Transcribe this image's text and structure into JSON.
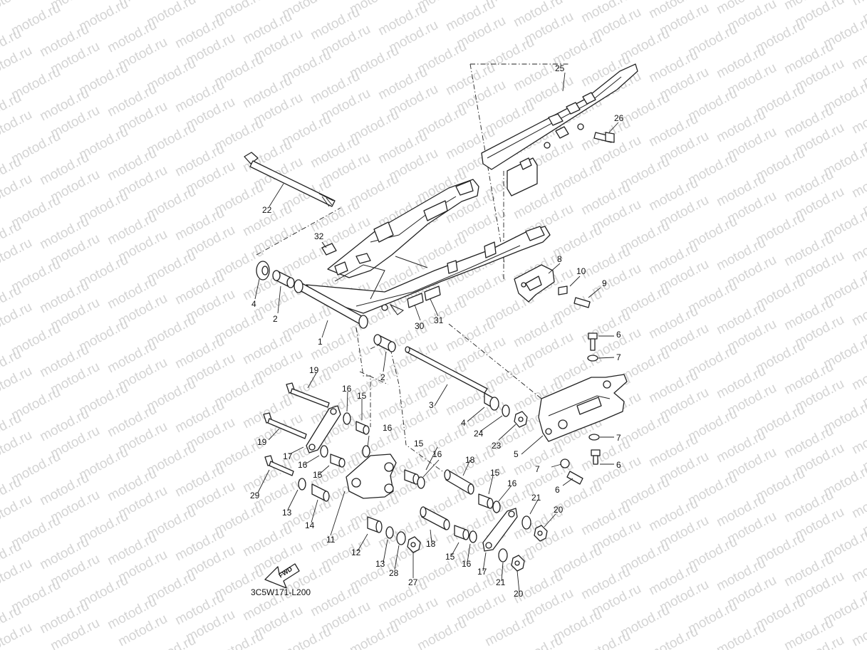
{
  "watermark": {
    "text": "motod.ru"
  },
  "diagram_code": "3C5W171-L200",
  "fwd_label": "FWD",
  "callouts": [
    {
      "id": "25",
      "label": "25"
    },
    {
      "id": "26",
      "label": "26"
    },
    {
      "id": "22",
      "label": "22"
    },
    {
      "id": "32",
      "label": "32"
    },
    {
      "id": "8",
      "label": "8"
    },
    {
      "id": "10",
      "label": "10"
    },
    {
      "id": "9",
      "label": "9"
    },
    {
      "id": "4a",
      "label": "4"
    },
    {
      "id": "2a",
      "label": "2"
    },
    {
      "id": "1",
      "label": "1"
    },
    {
      "id": "30",
      "label": "30"
    },
    {
      "id": "31",
      "label": "31"
    },
    {
      "id": "6a",
      "label": "6"
    },
    {
      "id": "7a",
      "label": "7"
    },
    {
      "id": "2b",
      "label": "2"
    },
    {
      "id": "19a",
      "label": "19"
    },
    {
      "id": "16a",
      "label": "16"
    },
    {
      "id": "15a",
      "label": "15"
    },
    {
      "id": "3",
      "label": "3"
    },
    {
      "id": "4b",
      "label": "4"
    },
    {
      "id": "24",
      "label": "24"
    },
    {
      "id": "23",
      "label": "23"
    },
    {
      "id": "19b",
      "label": "19"
    },
    {
      "id": "17a",
      "label": "17"
    },
    {
      "id": "16b",
      "label": "16"
    },
    {
      "id": "16c",
      "label": "16"
    },
    {
      "id": "15b",
      "label": "15"
    },
    {
      "id": "15c",
      "label": "15"
    },
    {
      "id": "16d",
      "label": "16"
    },
    {
      "id": "18a",
      "label": "18"
    },
    {
      "id": "5",
      "label": "5"
    },
    {
      "id": "7b",
      "label": "7"
    },
    {
      "id": "7c",
      "label": "7"
    },
    {
      "id": "6b",
      "label": "6"
    },
    {
      "id": "6c",
      "label": "6"
    },
    {
      "id": "29",
      "label": "29"
    },
    {
      "id": "13a",
      "label": "13"
    },
    {
      "id": "14",
      "label": "14"
    },
    {
      "id": "15d",
      "label": "15"
    },
    {
      "id": "16e",
      "label": "16"
    },
    {
      "id": "21a",
      "label": "21"
    },
    {
      "id": "20a",
      "label": "20"
    },
    {
      "id": "11",
      "label": "11"
    },
    {
      "id": "12",
      "label": "12"
    },
    {
      "id": "13b",
      "label": "13"
    },
    {
      "id": "28",
      "label": "28"
    },
    {
      "id": "27",
      "label": "27"
    },
    {
      "id": "18b",
      "label": "18"
    },
    {
      "id": "15e",
      "label": "15"
    },
    {
      "id": "16f",
      "label": "16"
    },
    {
      "id": "17b",
      "label": "17"
    },
    {
      "id": "21b",
      "label": "21"
    },
    {
      "id": "20b",
      "label": "20"
    }
  ]
}
